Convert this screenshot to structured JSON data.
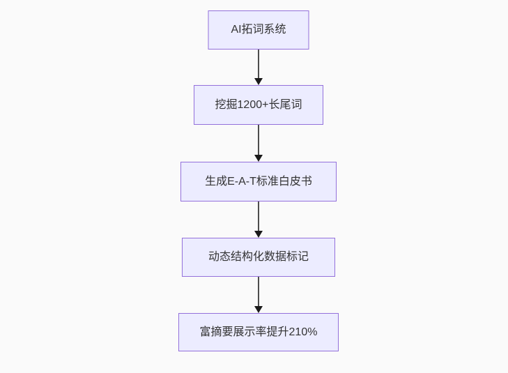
{
  "diagram": {
    "type": "flowchart",
    "direction": "top-down",
    "nodes": [
      {
        "id": "A",
        "label": "AI拓词系统"
      },
      {
        "id": "B",
        "label": "挖掘1200+长尾词"
      },
      {
        "id": "C",
        "label": "生成E-A-T标准白皮书"
      },
      {
        "id": "D",
        "label": "动态结构化数据标记"
      },
      {
        "id": "E",
        "label": "富摘要展示率提升210%"
      }
    ],
    "edges": [
      {
        "from": "A",
        "to": "B"
      },
      {
        "from": "B",
        "to": "C"
      },
      {
        "from": "C",
        "to": "D"
      },
      {
        "from": "D",
        "to": "E"
      }
    ],
    "colors": {
      "node_fill": "#ECECFF",
      "node_border": "#9370DB",
      "arrow_line": "#4D4D4D",
      "arrow_head": "#1A1A1A",
      "text": "#333333",
      "background": "#FAFAFA"
    }
  }
}
